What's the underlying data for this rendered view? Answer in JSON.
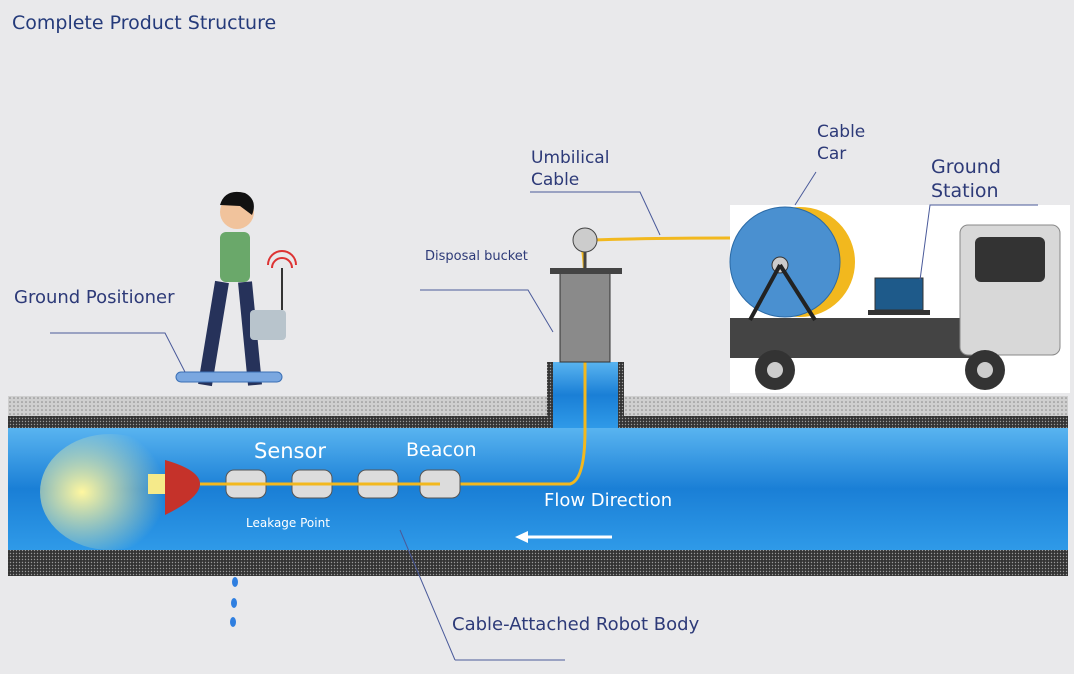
{
  "title": "Complete Product Structure",
  "labels": {
    "ground_positioner": "Ground Positioner",
    "disposal_bucket": "Disposal bucket",
    "umbilical_cable_1": "Umbilical",
    "umbilical_cable_2": "Cable",
    "cable_car_1": "Cable",
    "cable_car_2": "Car",
    "ground_station_1": "Ground",
    "ground_station_2": "Station",
    "sensor": "Sensor",
    "beacon": "Beacon",
    "leakage_point": "Leakage Point",
    "flow_direction": "Flow Direction",
    "robot_body": "Cable-Attached Robot Body"
  },
  "colors": {
    "water": "#2f8fd8",
    "cable": "#f2b81e",
    "text": "#2d3a78",
    "reel": "#4a90d0"
  }
}
